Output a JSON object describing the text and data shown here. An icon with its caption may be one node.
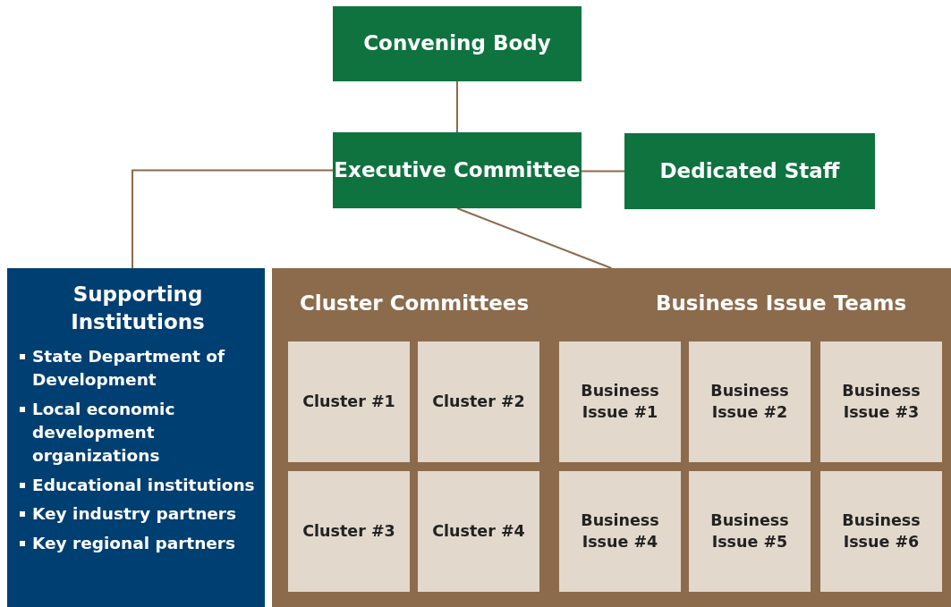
{
  "diagram": {
    "nodes": [
      {
        "text": [
          "Convening Body"
        ]
      },
      {
        "text": [
          "Executive Committee"
        ]
      },
      {
        "text": [
          "Dedicated Staff"
        ]
      },
      {
        "text": [
          "Supporting Institutions",
          "State Department of Development",
          "Local economic development organizations",
          "Educational institutions",
          "Key industry partners",
          "Key regional partners"
        ]
      },
      {
        "text": [
          "Cluster Committees",
          "Business Issue Teams"
        ]
      },
      {
        "text": [
          "Cluster #1"
        ],
        "in": 4
      },
      {
        "text": [
          "Cluster #2"
        ],
        "in": 4
      },
      {
        "text": [
          "Cluster #3"
        ],
        "in": 4
      },
      {
        "text": [
          "Cluster #4"
        ],
        "in": 4
      },
      {
        "text": [
          "Business Issue #1"
        ],
        "in": 4
      },
      {
        "text": [
          "Business Issue #2"
        ],
        "in": 4
      },
      {
        "text": [
          "Business Issue #3"
        ],
        "in": 4
      },
      {
        "text": [
          "Business Issue #4"
        ],
        "in": 4
      },
      {
        "text": [
          "Business Issue #5"
        ],
        "in": 4
      },
      {
        "text": [
          "Business Issue #6"
        ],
        "in": 4
      }
    ],
    "edges": [
      {
        "from": 0,
        "to": 1,
        "arrow": "none"
      },
      {
        "from": 1,
        "to": 2,
        "arrow": "none"
      },
      {
        "from": 1,
        "to": 3,
        "arrow": "none"
      },
      {
        "from": 1,
        "to": 4,
        "arrow": "none"
      }
    ]
  }
}
